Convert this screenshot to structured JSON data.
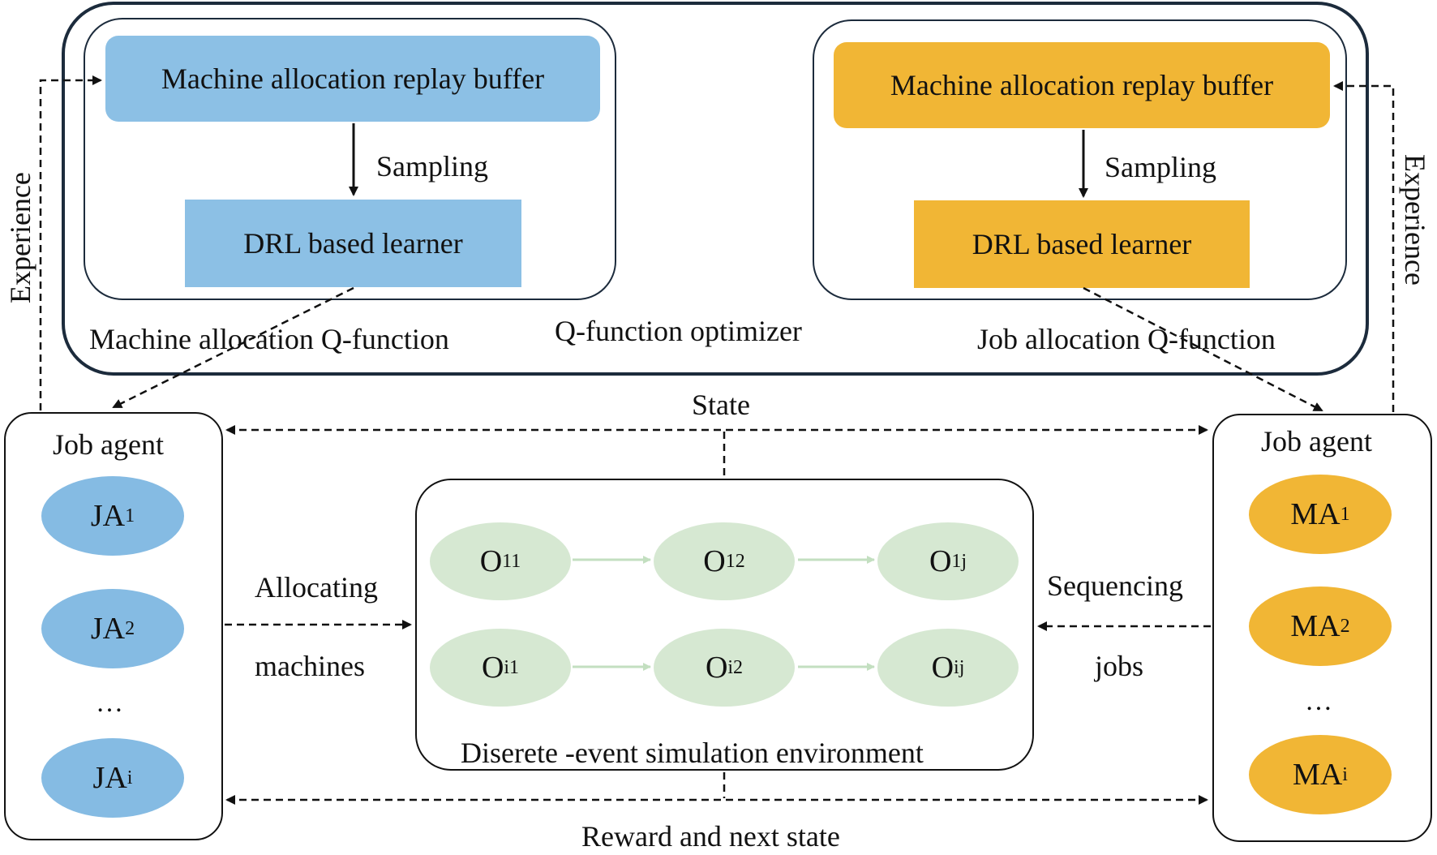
{
  "optimizer": {
    "title": "Q-function optimizer",
    "left_q": {
      "caption": "Machine allocation Q-function",
      "buffer_label": "Machine allocation replay buffer",
      "sampling_label": "Sampling",
      "learner_label": "DRL based learner"
    },
    "right_q": {
      "caption": "Job allocation Q-function",
      "buffer_label": "Machine allocation replay buffer",
      "sampling_label": "Sampling",
      "learner_label": "DRL based learner"
    }
  },
  "experience_left": "Experience",
  "experience_right": "Experience",
  "state_label": "State",
  "reward_label": "Reward and next state",
  "left_agent": {
    "title": "Job agent",
    "items": [
      {
        "base": "JA",
        "sub": "1"
      },
      {
        "base": "JA",
        "sub": "2"
      },
      {
        "ellipsis": "…"
      },
      {
        "base": "JA",
        "sub": "i"
      }
    ]
  },
  "right_agent": {
    "title": "Job agent",
    "items": [
      {
        "base": "MA",
        "sub": "1"
      },
      {
        "base": "MA",
        "sub": "2"
      },
      {
        "ellipsis": "…"
      },
      {
        "base": "MA",
        "sub": "i"
      }
    ]
  },
  "allocating_label": {
    "line1": "Allocating",
    "line2": "machines"
  },
  "sequencing_label": {
    "line1": "Sequencing",
    "line2": "jobs"
  },
  "environment": {
    "caption": "Diserete -event simulation environment",
    "operations": [
      {
        "base": "O",
        "sub": "11"
      },
      {
        "base": "O",
        "sub": "12"
      },
      {
        "base": "O",
        "sub": "1j"
      },
      {
        "base": "O",
        "sub": "i1"
      },
      {
        "base": "O",
        "sub": "i2"
      },
      {
        "base": "O",
        "sub": "ij"
      }
    ]
  },
  "colors": {
    "blue": "#8cc0e5",
    "orange": "#f1b635",
    "green": "#d6e8d2",
    "dark_border": "#1c2b3c"
  }
}
